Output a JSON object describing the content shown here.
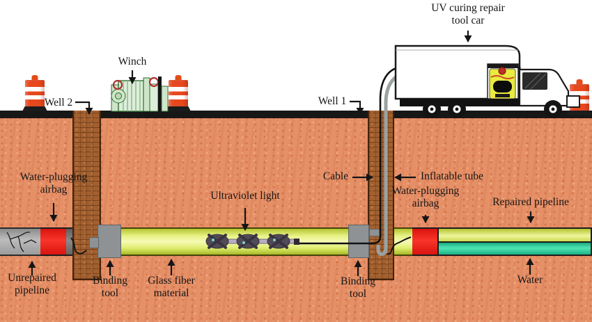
{
  "figure": {
    "labels": {
      "uv_car": [
        "UV curing repair",
        "tool car"
      ],
      "winch": "Winch",
      "well_2": "Well 2",
      "well_1": "Well 1",
      "cable": "Cable",
      "inflatable_tube": "Inflatable tube",
      "water_plugging_airbag_left": [
        "Water-plugging",
        "airbag"
      ],
      "water_plugging_airbag_right": [
        "Water-plugging",
        "airbag"
      ],
      "ultraviolet_light": "Ultraviolet light",
      "repaired_pipeline": "Repaired pipeline",
      "unrepaired_pipeline": [
        "Unrepaired",
        "pipeline"
      ],
      "binding_tool_left": [
        "Binding",
        "tool"
      ],
      "binding_tool_right": [
        "Binding",
        "tool"
      ],
      "glass_fiber_material": [
        "Glass fiber",
        "material"
      ],
      "water": "Water"
    },
    "colors": {
      "sky": "#ffffff",
      "soil": "#e69068",
      "well_brick": "#a2602f",
      "ground_band": "#171717",
      "cone_orange": "#e8481e",
      "unrepaired_pipe_gray": "#a9a9a9",
      "airbag_red": "#ee1d12",
      "glass_fiber_yellow": "#e9f186",
      "water_green": "#2ed49c",
      "binding_tool_gray": "#8e9294",
      "winch_green": "#d6ecd2",
      "truck_body": "#ffffff",
      "uv_machine_yellow": "#e9eb3e"
    }
  }
}
